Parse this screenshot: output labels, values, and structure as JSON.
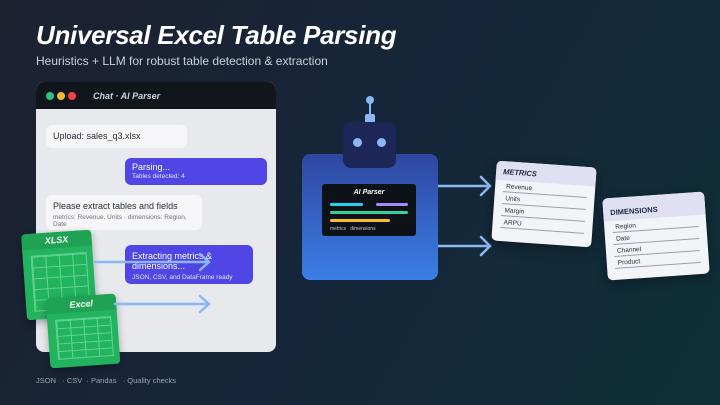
{
  "title": "Universal Excel Table Parsing",
  "subtitle": "Heuristics + LLM for robust table detection & extraction",
  "chat": {
    "title": "Chat · AI Parser",
    "window_dots": [
      "#2bc48a",
      "#f5b82e",
      "#ef4444"
    ],
    "messages": [
      {
        "text": "Upload: sales_q3.xlsx"
      },
      {
        "text": "Parsing...",
        "sub": "Tables detected: 4"
      },
      {
        "text": "Please extract tables and fields",
        "sub": "metrics: Revenue, Units · dimensions: Region, Date"
      },
      {
        "text": "Extracting metrics & dimensions...",
        "sub": "JSON, CSV, and DataFrame ready"
      }
    ]
  },
  "sheets": [
    "XLSX",
    "Excel"
  ],
  "footer": "JSON   · CSV  · Pandas   · Quality checks",
  "parser": {
    "label": "AI Parser",
    "caption": "metrics   dimensions"
  },
  "metrics": {
    "title": "METRICS",
    "items": [
      "Revenue",
      "Units",
      "Margin",
      "ARPU"
    ]
  },
  "dimensions": {
    "title": "DIMENSIONS",
    "items": [
      "Region",
      "Date",
      "Channel",
      "Product"
    ]
  },
  "colors": {
    "accent": "#4f46e5",
    "green": "#22b35e",
    "arrow": "#8ab8f5"
  }
}
